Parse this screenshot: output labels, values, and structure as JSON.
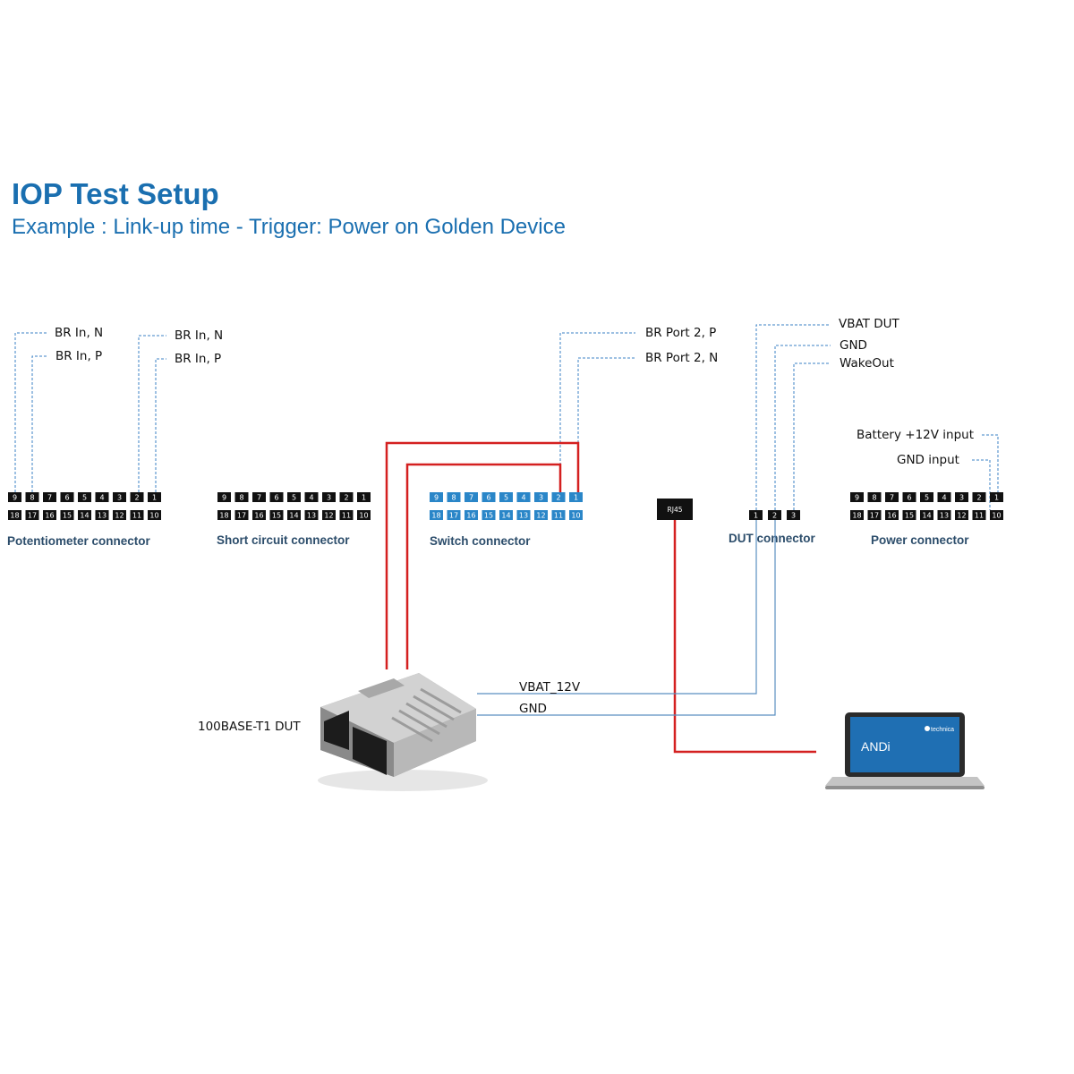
{
  "title": "IOP Test Setup",
  "subtitle": "Example : Link-up time - Trigger: Power on Golden Device",
  "colors": {
    "accent": "#1a6fb0",
    "pin_black": "#111111",
    "pin_blue": "#2a86c8",
    "wire_red": "#d42020",
    "wire_blue": "#5a8fc0"
  },
  "connectors": {
    "potentiometer": {
      "label": "Potentiometer connector",
      "top_pins": [
        "9",
        "8",
        "7",
        "6",
        "5",
        "4",
        "3",
        "2",
        "1"
      ],
      "bottom_pins": [
        "18",
        "17",
        "16",
        "15",
        "14",
        "13",
        "12",
        "11",
        "10"
      ]
    },
    "short_circuit": {
      "label": "Short circuit connector",
      "top_pins": [
        "9",
        "8",
        "7",
        "6",
        "5",
        "4",
        "3",
        "2",
        "1"
      ],
      "bottom_pins": [
        "18",
        "17",
        "16",
        "15",
        "14",
        "13",
        "12",
        "11",
        "10"
      ]
    },
    "switch": {
      "label": "Switch connector",
      "top_pins": [
        "9",
        "8",
        "7",
        "6",
        "5",
        "4",
        "3",
        "2",
        "1"
      ],
      "bottom_pins": [
        "18",
        "17",
        "16",
        "15",
        "14",
        "13",
        "12",
        "11",
        "10"
      ]
    },
    "dut": {
      "label": "DUT connector",
      "pins": [
        "1",
        "2",
        "3"
      ]
    },
    "power": {
      "label": "Power connector",
      "top_pins": [
        "9",
        "8",
        "7",
        "6",
        "5",
        "4",
        "3",
        "2",
        "1"
      ],
      "bottom_pins": [
        "18",
        "17",
        "16",
        "15",
        "14",
        "13",
        "12",
        "11",
        "10"
      ]
    }
  },
  "signal_labels": {
    "pot_br_in_n_1": "BR In, N",
    "pot_br_in_p_1": "BR In, P",
    "pot_br_in_n_2": "BR In, N",
    "pot_br_in_p_2": "BR In, P",
    "sw_br_port2_p": "BR Port 2, P",
    "sw_br_port2_n": "BR Port 2, N",
    "dut_vbat": "VBAT DUT",
    "dut_gnd": "GND",
    "dut_wakeout": "WakeOut",
    "pwr_battery": "Battery +12V input",
    "pwr_gnd": "GND input"
  },
  "rj45": {
    "label": "RJ45"
  },
  "dut_device": {
    "label": "100BASE-T1 DUT"
  },
  "wires": {
    "vbat": "VBAT_12V",
    "gnd": "GND"
  },
  "laptop": {
    "screen_text": "ANDi",
    "brand": "technica",
    "icon": "laptop-icon"
  }
}
